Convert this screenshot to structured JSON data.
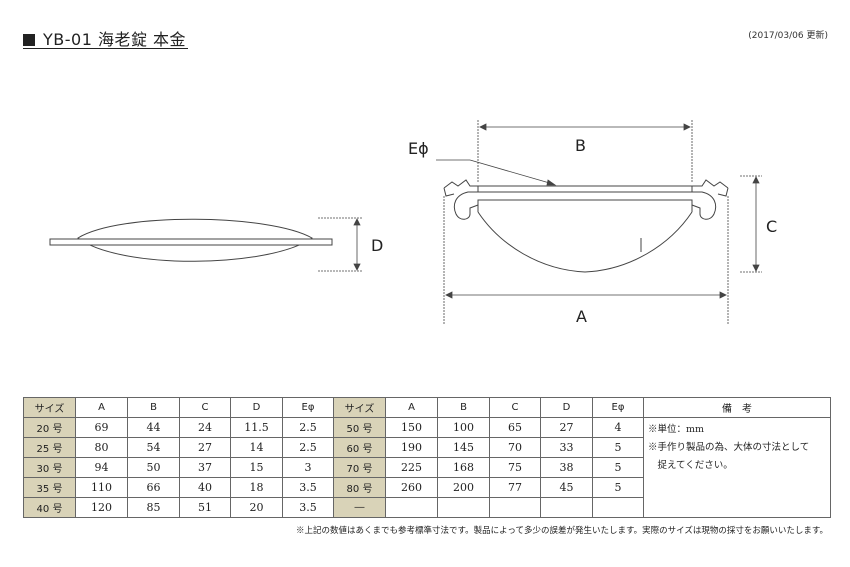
{
  "header": {
    "title": "YB-01  海老錠  本金",
    "date": "(2017/03/06 更新)"
  },
  "drawing": {
    "labels": {
      "a": "A",
      "b": "B",
      "c": "C",
      "d": "D",
      "e": "Eϕ"
    }
  },
  "table": {
    "headers": [
      "サイズ",
      "A",
      "B",
      "C",
      "D",
      "Eφ",
      "サイズ",
      "A",
      "B",
      "C",
      "D",
      "Eφ",
      "備　考"
    ],
    "rows": [
      [
        "20 号",
        "69",
        "44",
        "24",
        "11.5",
        "2.5",
        "50 号",
        "150",
        "100",
        "65",
        "27",
        "4"
      ],
      [
        "25 号",
        "80",
        "54",
        "27",
        "14",
        "2.5",
        "60 号",
        "190",
        "145",
        "70",
        "33",
        "5"
      ],
      [
        "30 号",
        "94",
        "50",
        "37",
        "15",
        "3",
        "70 号",
        "225",
        "168",
        "75",
        "38",
        "5"
      ],
      [
        "35 号",
        "110",
        "66",
        "40",
        "18",
        "3.5",
        "80 号",
        "260",
        "200",
        "77",
        "45",
        "5"
      ],
      [
        "40 号",
        "120",
        "85",
        "51",
        "20",
        "3.5",
        "―",
        "",
        "",
        "",
        "",
        ""
      ]
    ],
    "remarks": [
      "※単位：mm",
      "※手作り製品の為、大体の寸法として",
      "　捉えてください。"
    ]
  },
  "footnote": "※上記の数値はあくまでも参考標準寸法です。製品によって多少の誤差が発生いたします。実際のサイズは現物の採寸をお願いいたします。"
}
